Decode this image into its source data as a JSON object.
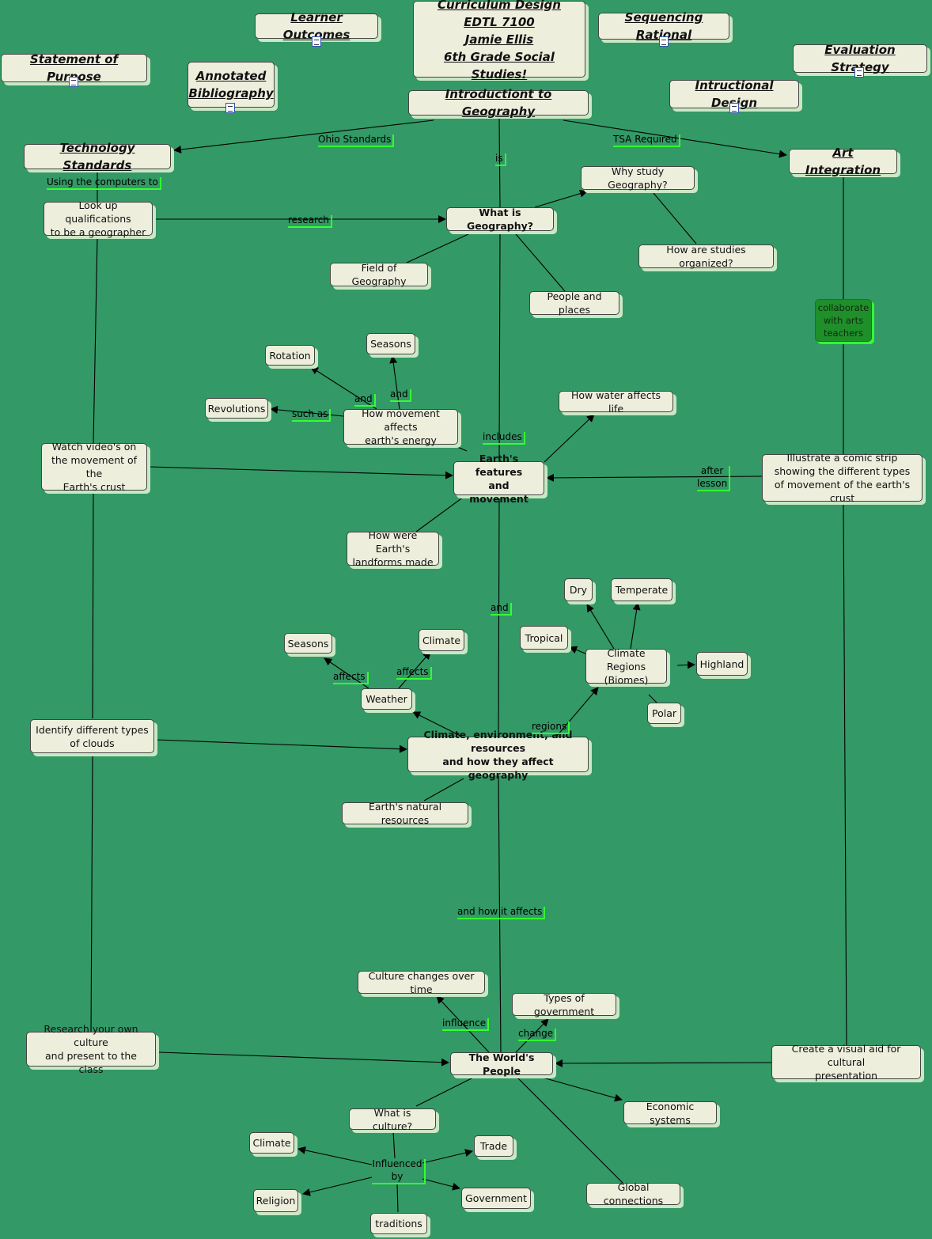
{
  "header": {
    "title": "Curriculum Design\nEDTL 7100\nJamie Ellis\n6th Grade Social Studies!"
  },
  "resources": {
    "learner_outcomes": "Learner Outcomes",
    "sequencing": "Sequencing Rational",
    "statement": "Statement of Purpose",
    "bibliography": "Annotated \nBibliography",
    "evaluation": "Evaluation Strategy",
    "instructional": "Intructional Design"
  },
  "nodes": {
    "intro": "Introductiont to Geography",
    "tech": "Technology Standards",
    "art": "Art Integration",
    "why": "Why study Geography?",
    "lookup": "Look up qualifications\nto be a geographer",
    "what": "What is Geography?",
    "organized": "How are studies organized?",
    "field": "Field of Geography",
    "people_places": "People and places",
    "collab": "collaborate\nwith arts\nteachers",
    "rotation": "Rotation",
    "seasons1": "Seasons",
    "revolutions": "Revolutions",
    "movement_energy": "How movement affects\nearth's energy",
    "water": "How water affects life",
    "video": "Watch video's on\nthe movement of the\nEarth's crust",
    "features": "Earth's features\nand movement",
    "comic": "Illustrate a comic strip\nshowing the different types\nof movement of the earth's crust",
    "landforms": "How were Earth's\nlandforms made",
    "dry": "Dry",
    "temperate": "Temperate",
    "tropical": "Tropical",
    "climate_regions": "Climate Regions\n(Biomes)",
    "highland": "Highland",
    "polar": "Polar",
    "seasons2": "Seasons",
    "climate1": "Climate",
    "weather": "Weather",
    "clouds": "Identify different types\nof clouds",
    "climate_env": "Climate, environment, and resources\nand how they affect geography",
    "natural": "Earth's natural resources",
    "culture_changes": "Culture changes over time",
    "gov_types": "Types of government",
    "research_culture": "Research your own culture\nand present to the class",
    "worlds_people": "The World's People",
    "visual_aid": "Create a visual aid for cultural\npresentation",
    "what_culture": "What is culture?",
    "economic": "Economic systems",
    "climate2": "Climate",
    "trade": "Trade",
    "religion": "Religion",
    "government": "Government",
    "global": "Global connections",
    "traditions": "traditions"
  },
  "links": {
    "ohio": "Ohio Standards",
    "tsa": "TSA Required",
    "is": "is",
    "using": "Using the computers to",
    "research": "research",
    "and1": "and",
    "and2": "and",
    "such_as": "such as",
    "includes": "includes",
    "after_lesson": "after\nlesson",
    "and3": "and",
    "affects1": "affects",
    "affects2": "affects",
    "regions": "regions",
    "and_how": "and how it affects",
    "influence": "influence",
    "change": "change",
    "influenced_by": "Influenced\nby"
  },
  "colors": {
    "background": "#339966",
    "node_fill": "#eeeedd",
    "label_highlight": "#33ff33",
    "collab_fill": "#1f8f2a"
  }
}
